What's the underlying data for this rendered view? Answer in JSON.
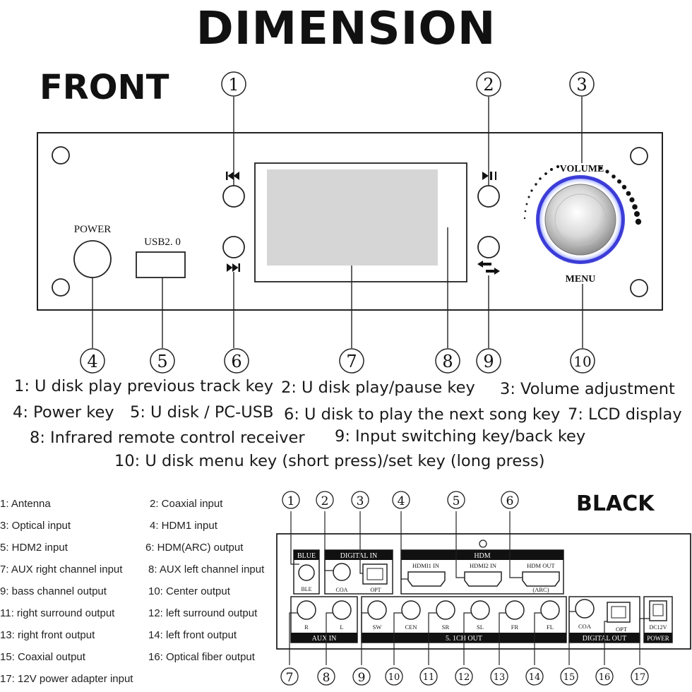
{
  "titles": {
    "main": "DIMENSION",
    "front": "FRONT",
    "back": "BLACK"
  },
  "front_panel": {
    "power_label": "POWER",
    "usb_label": "USB2. 0",
    "volume_label": "VOLUME",
    "menu_label": "MENU",
    "callouts": [
      "1",
      "2",
      "3",
      "4",
      "5",
      "6",
      "7",
      "8",
      "9",
      "10"
    ]
  },
  "front_legend": [
    "1: U disk play previous track key",
    "2: U disk play/pause key",
    "3: Volume adjustment",
    "4: Power key",
    "5: U disk / PC-USB",
    "6: U disk to play the next song key",
    "7: LCD display",
    "8: Infrared remote control receiver",
    "9: Input switching key/back key",
    "10: U disk menu key (short press)/set key (long press)"
  ],
  "back_legend": [
    "1: Antenna",
    "2: Coaxial  input",
    "3: Optical input",
    "4: HDM1 input",
    "5: HDM2 input",
    "6: HDM(ARC) output",
    "7: AUX right channel input",
    "8: AUX left channel input",
    "9: bass channel output",
    "10: Center output",
    "11: right surround output",
    "12: left surround output",
    "13: right front output",
    "14: left front output",
    "15: Coaxial output",
    "16: Optical fiber output",
    "17: 12V power adapter input"
  ],
  "back_panel": {
    "blue_header": "BLUE",
    "ble_label": "BLE",
    "digital_in_header": "DIGITAL IN",
    "coa_label": "COA",
    "opt_label": "OPT",
    "hdm_header": "HDM",
    "hdmi1_label": "HDMI1 IN",
    "hdmi2_label": "HDMI2 IN",
    "hdm_out_label": "HDM  OUT",
    "arc_label": "(ARC)",
    "aux_in_footer": "AUX IN",
    "r_label": "R",
    "l_label": "L",
    "ch_out_footer": "5. 1CH OUT",
    "sw_label": "SW",
    "cen_label": "CEN",
    "sr_label": "SR",
    "sl_label": "SL",
    "fr_label": "FR",
    "fl_label": "FL",
    "digital_out_footer": "DIGITAL OUT",
    "coa_out_label": "COA",
    "opt_out_label": "OPT",
    "dc_label": "DC12V",
    "power_footer": "POWER",
    "callouts": [
      "1",
      "2",
      "3",
      "4",
      "5",
      "6",
      "7",
      "8",
      "9",
      "10",
      "11",
      "12",
      "13",
      "14",
      "15",
      "16",
      "17"
    ]
  },
  "colors": {
    "ink": "#111111",
    "lcd_fill": "#d6d6d6",
    "knob_ring": "#3b3bd6",
    "knob_glow": "#9aa6ff",
    "knob_metal": "#e8e8e8"
  }
}
